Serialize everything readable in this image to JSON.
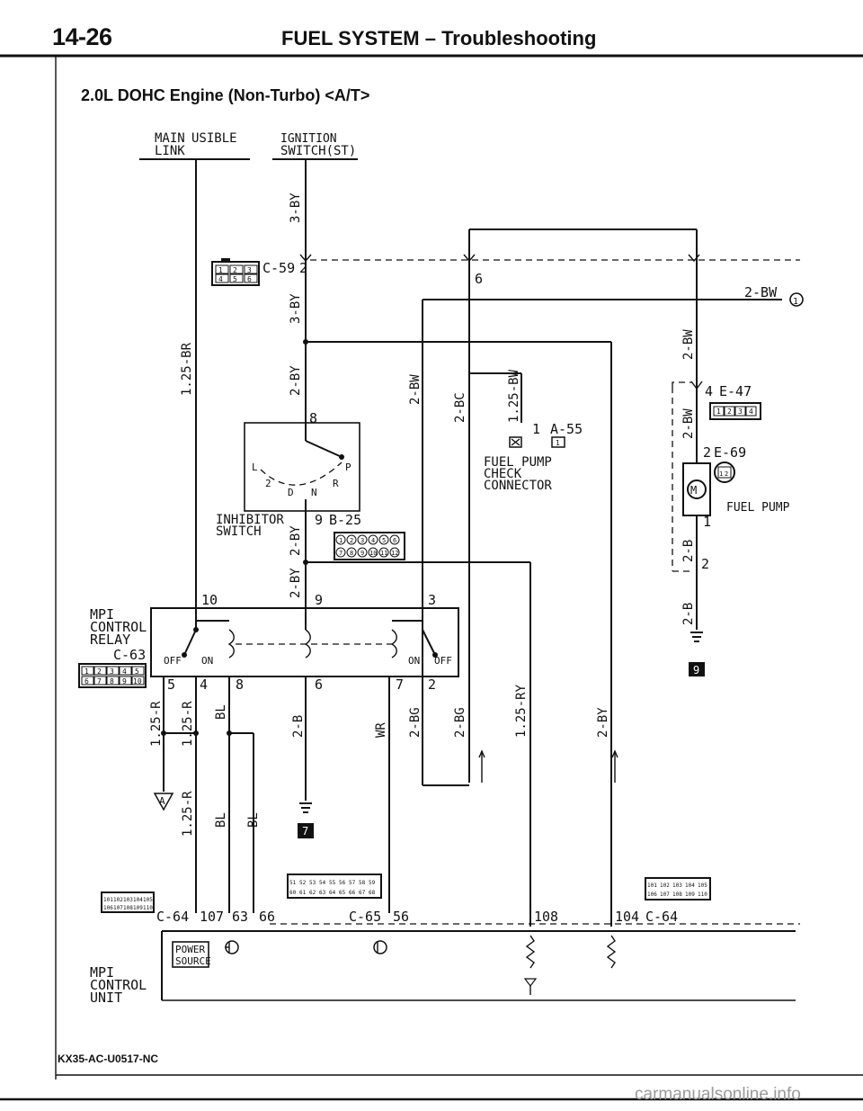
{
  "header": {
    "page_number": "14-26",
    "title": "FUEL SYSTEM – Troubleshooting"
  },
  "subtitle": "2.0L DOHC Engine (Non-Turbo) <A/T>",
  "labels": {
    "main_fusible_link_1": "MAIN ",
    "main_fusible_link_2": "LINK ",
    "fusible_fragment": "USIBLE",
    "ignition_switch_1": "IGNITION",
    "ignition_switch_2": "SWITCH(ST)",
    "inhibitor_switch_1": "INHIBITOR",
    "inhibitor_switch_2": "SWITCH",
    "mpi_control_relay_1": "MPI",
    "mpi_control_relay_2": "CONTROL",
    "mpi_control_relay_3": "RELAY",
    "mpi_control_unit_1": "MPI",
    "mpi_control_unit_2": "CONTROL",
    "mpi_control_unit_3": "UNIT",
    "fuel_pump_check_1": "FUEL PUMP",
    "fuel_pump_check_2": "CHECK",
    "fuel_pump_check_3": "CONNECTOR",
    "fuel_pump": "FUEL PUMP",
    "power_source_1": "POWER",
    "power_source_2": "SOURCE",
    "relay_off": "OFF",
    "relay_on": "ON",
    "inhibitor_positions": [
      "L",
      "2",
      "D",
      "N",
      "R",
      "P"
    ]
  },
  "connectors": {
    "c59": "C-59",
    "c63": "C-63",
    "c64_left": "C-64",
    "c64_right": "C-64",
    "c65": "C-65",
    "b25": "B-25",
    "a55": "A-55",
    "e47": "E-47",
    "e69": "E-69"
  },
  "wires": {
    "w_3by_top": "3-BY",
    "w_3by_mid": "3-BY",
    "w_125br": "1.25-BR",
    "w_2by_a": "2-BY",
    "w_2bw_mid": "2-BW",
    "w_2bc": "2-BC",
    "w_125bw": "1.25-BW",
    "w_2bw_right": "2-BW",
    "w_2bw_top": "2-BW",
    "w_2bw_e47": "2-BW",
    "w_2b_pump": "2-B",
    "w_2b_ground": "2-B",
    "w_2by_b": "2-BY",
    "w_2by_c": "2-BY",
    "w_125r_1": "1.25-R",
    "w_125r_2": "1.25-R",
    "w_bl_1": "BL",
    "w_2b_mid": "2-B",
    "w_wr": "WR",
    "w_2bg_1": "2-BG",
    "w_2bg_2": "2-BG",
    "w_125ry": "1.25-RY",
    "w_2by_right": "2-BY",
    "w_125r_3": "1.25-R",
    "w_bl_2": "BL",
    "w_bl_3": "BL"
  },
  "pins": {
    "p_c59_2": "2",
    "p_c59_6": "6",
    "p_inh_8": "8",
    "p_b25_9": "9",
    "p_relay_10": "10",
    "p_relay_9": "9",
    "p_relay_3": "3",
    "p_relay_5": "5",
    "p_relay_4": "4",
    "p_relay_8": "8",
    "p_relay_6": "6",
    "p_relay_7": "7",
    "p_relay_2": "2",
    "p_a55_1": "1",
    "p_e47_4": "4",
    "p_e69_2": "2",
    "p_e69_1": "1",
    "p_e47_2": "2",
    "p_ecu_107": "107",
    "p_ecu_63": "63",
    "p_ecu_66": "66",
    "p_ecu_56": "56",
    "p_ecu_108": "108",
    "p_ecu_104": "104"
  },
  "connector_pins": {
    "c59": [
      "1",
      "2",
      "3",
      "4",
      "5",
      "6"
    ],
    "c63": [
      "1",
      "2",
      "3",
      "4",
      "5",
      "6",
      "7",
      "8",
      "9",
      "10"
    ],
    "e47": [
      "1",
      "2",
      "3",
      "4"
    ],
    "e69": [
      "1",
      "2"
    ],
    "a55": [
      "1"
    ],
    "b25": [
      "1",
      "2",
      "3",
      "4",
      "5",
      "6",
      "7",
      "8",
      "9",
      "10",
      "11",
      "12"
    ],
    "c64_left_row1": [
      "101",
      "102",
      "103",
      "104",
      "105"
    ],
    "c64_left_row2": [
      "106",
      "107",
      "108",
      "109",
      "110"
    ],
    "c65_row1": [
      "51",
      "52",
      "53",
      "54",
      "55",
      "56",
      "57",
      "58",
      "59"
    ],
    "c65_row2": [
      "60",
      "61",
      "62",
      "63",
      "64",
      "65",
      "66",
      "67",
      "68"
    ],
    "c64_right_row1": [
      "101",
      "102",
      "103",
      "104",
      "105"
    ],
    "c64_right_row2": [
      "106",
      "107",
      "108",
      "109",
      "110"
    ]
  },
  "markers": {
    "ref_circle_1": "1",
    "ground_7": "7",
    "ground_9": "9",
    "connection_a": "A"
  },
  "footer": {
    "drawing_code": "KX35-AC-U0517-NC",
    "watermark": "carmanualsonline.info"
  }
}
